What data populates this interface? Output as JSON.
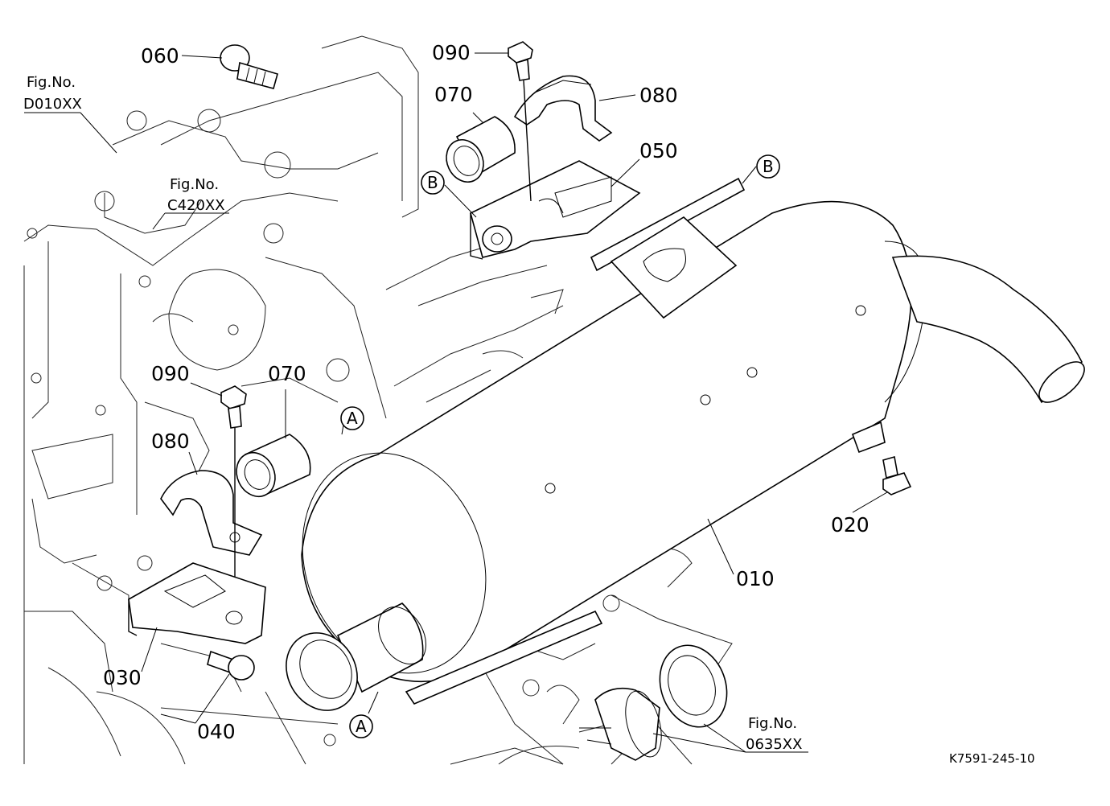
{
  "parts": [
    {
      "id": "p060",
      "label": "060"
    },
    {
      "id": "p090_top",
      "label": "090"
    },
    {
      "id": "p070_top",
      "label": "070"
    },
    {
      "id": "p080_top",
      "label": "080"
    },
    {
      "id": "p050",
      "label": "050"
    },
    {
      "id": "p090_mid",
      "label": "090"
    },
    {
      "id": "p070_mid",
      "label": "070"
    },
    {
      "id": "p080_mid",
      "label": "080"
    },
    {
      "id": "p030",
      "label": "030"
    },
    {
      "id": "p040",
      "label": "040"
    },
    {
      "id": "p010",
      "label": "010"
    },
    {
      "id": "p020",
      "label": "020"
    }
  ],
  "figure_refs": [
    {
      "id": "d010",
      "line1": "Fig.No.",
      "line2": "D010XX"
    },
    {
      "id": "c420",
      "line1": "Fig.No.",
      "line2": "C420XX"
    },
    {
      "id": "o635",
      "line1": "Fig.No.",
      "line2": "0635XX"
    }
  ],
  "connectors": {
    "b_left": "B",
    "b_right": "B",
    "a_top": "A",
    "a_bottom": "A"
  },
  "drawing_code": "K7591-245-10"
}
